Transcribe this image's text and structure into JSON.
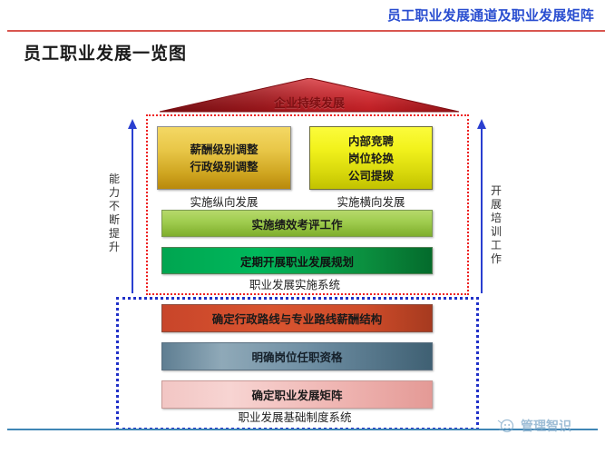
{
  "header": {
    "title": "员工职业发展通道及职业发展矩阵",
    "rule_color": "#d9564f",
    "title_color": "#2a4ed0"
  },
  "page_title": "员工职业发展一览图",
  "diagram": {
    "roof": {
      "label": "企业持续发展",
      "fill_left": "#8b0f14",
      "fill_right": "#e8232a"
    },
    "containers": {
      "implementation_system": {
        "label": "职业发展实施系统",
        "border_color": "#ee2222",
        "border_style": "dotted"
      },
      "foundation_system": {
        "label": "职业发展基础制度系统",
        "border_color": "#2030c8",
        "border_style": "dotted"
      }
    },
    "left_axis": {
      "text": "能力不断提升",
      "chars": [
        "能",
        "力",
        "不",
        "断",
        "提",
        "升"
      ],
      "arrow_color": "#2a3fd0",
      "direction": "up"
    },
    "right_axis": {
      "text": "开展培训工作",
      "chars": [
        "开",
        "展",
        "培",
        "训",
        "工",
        "作"
      ],
      "arrow_color": "#2a3fd0",
      "direction": "up"
    },
    "vertical_track": {
      "box_lines": [
        "薪酬级别调整",
        "行政级别调整"
      ],
      "caption": "实施纵向发展",
      "color": "#e0bb3c"
    },
    "horizontal_track": {
      "box_lines": [
        "内部竞聘",
        "岗位轮换",
        "公司提拨"
      ],
      "caption": "实施横向发展",
      "color": "#f0f01c"
    },
    "implementation_bars": [
      {
        "label": "实施绩效考评工作",
        "color": "#9fcc4e"
      },
      {
        "label": "定期开展职业发展规划",
        "color": "#00a550"
      }
    ],
    "foundation_bars": [
      {
        "label": "确定行政路线与专业路线薪酬结构",
        "color": "#cf4c2a"
      },
      {
        "label": "明确岗位任职资格",
        "color": "#6e8ea3"
      },
      {
        "label": "确定职业发展矩阵",
        "color": "#efb5b2"
      }
    ]
  },
  "footer": {
    "line_color": "#3f86b5",
    "watermark_text": "管理智识",
    "watermark_color": "#7fa9c9"
  }
}
